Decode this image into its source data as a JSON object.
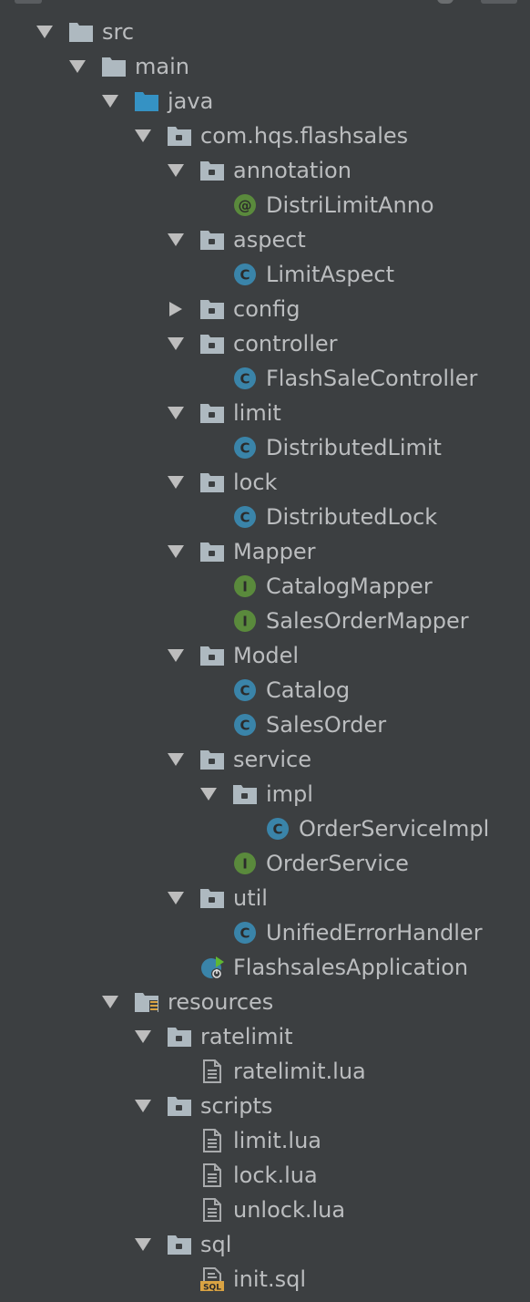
{
  "tree": [
    {
      "label": "src",
      "depth": 0,
      "type": "folder",
      "state": "expanded"
    },
    {
      "label": "main",
      "depth": 1,
      "type": "folder",
      "state": "expanded"
    },
    {
      "label": "java",
      "depth": 2,
      "type": "source-folder",
      "state": "expanded"
    },
    {
      "label": "com.hqs.flashsales",
      "depth": 3,
      "type": "package",
      "state": "expanded"
    },
    {
      "label": "annotation",
      "depth": 4,
      "type": "package",
      "state": "expanded"
    },
    {
      "label": "DistriLimitAnno",
      "depth": 5,
      "type": "annotation",
      "state": "leaf"
    },
    {
      "label": "aspect",
      "depth": 4,
      "type": "package",
      "state": "expanded"
    },
    {
      "label": "LimitAspect",
      "depth": 5,
      "type": "class",
      "state": "leaf"
    },
    {
      "label": "config",
      "depth": 4,
      "type": "package",
      "state": "collapsed"
    },
    {
      "label": "controller",
      "depth": 4,
      "type": "package",
      "state": "expanded"
    },
    {
      "label": "FlashSaleController",
      "depth": 5,
      "type": "class",
      "state": "leaf"
    },
    {
      "label": "limit",
      "depth": 4,
      "type": "package",
      "state": "expanded"
    },
    {
      "label": "DistributedLimit",
      "depth": 5,
      "type": "class",
      "state": "leaf"
    },
    {
      "label": "lock",
      "depth": 4,
      "type": "package",
      "state": "expanded"
    },
    {
      "label": "DistributedLock",
      "depth": 5,
      "type": "class",
      "state": "leaf"
    },
    {
      "label": "Mapper",
      "depth": 4,
      "type": "package",
      "state": "expanded"
    },
    {
      "label": "CatalogMapper",
      "depth": 5,
      "type": "interface",
      "state": "leaf"
    },
    {
      "label": "SalesOrderMapper",
      "depth": 5,
      "type": "interface",
      "state": "leaf"
    },
    {
      "label": "Model",
      "depth": 4,
      "type": "package",
      "state": "expanded"
    },
    {
      "label": "Catalog",
      "depth": 5,
      "type": "class",
      "state": "leaf"
    },
    {
      "label": "SalesOrder",
      "depth": 5,
      "type": "class",
      "state": "leaf"
    },
    {
      "label": "service",
      "depth": 4,
      "type": "package",
      "state": "expanded"
    },
    {
      "label": "impl",
      "depth": 5,
      "type": "package",
      "state": "expanded"
    },
    {
      "label": "OrderServiceImpl",
      "depth": 6,
      "type": "class",
      "state": "leaf"
    },
    {
      "label": "OrderService",
      "depth": 5,
      "type": "interface",
      "state": "leaf"
    },
    {
      "label": "util",
      "depth": 4,
      "type": "package",
      "state": "expanded"
    },
    {
      "label": "UnifiedErrorHandler",
      "depth": 5,
      "type": "class",
      "state": "leaf"
    },
    {
      "label": "FlashsalesApplication",
      "depth": 4,
      "type": "spring-boot-app",
      "state": "leaf"
    },
    {
      "label": "resources",
      "depth": 2,
      "type": "resources-folder",
      "state": "expanded"
    },
    {
      "label": "ratelimit",
      "depth": 3,
      "type": "package",
      "state": "expanded"
    },
    {
      "label": "ratelimit.lua",
      "depth": 4,
      "type": "text-file",
      "state": "leaf"
    },
    {
      "label": "scripts",
      "depth": 3,
      "type": "package",
      "state": "expanded"
    },
    {
      "label": "limit.lua",
      "depth": 4,
      "type": "text-file",
      "state": "leaf"
    },
    {
      "label": "lock.lua",
      "depth": 4,
      "type": "text-file",
      "state": "leaf"
    },
    {
      "label": "unlock.lua",
      "depth": 4,
      "type": "text-file",
      "state": "leaf"
    },
    {
      "label": "sql",
      "depth": 3,
      "type": "package",
      "state": "expanded"
    },
    {
      "label": "init.sql",
      "depth": 4,
      "type": "sql-file",
      "state": "leaf"
    }
  ],
  "icon_glyphs": {
    "class": "C",
    "interface": "I",
    "annotation": "@",
    "sql-file": "SQL"
  },
  "colors": {
    "background": "#3c3f41",
    "text": "#bbbdbf",
    "arrow": "#bdbdbd",
    "folder": "#aeb9c0",
    "source_folder": "#3592c4",
    "class_badge": "#3a84a9",
    "interface_badge": "#5a8a3c",
    "sql_badge": "#d9a343"
  }
}
